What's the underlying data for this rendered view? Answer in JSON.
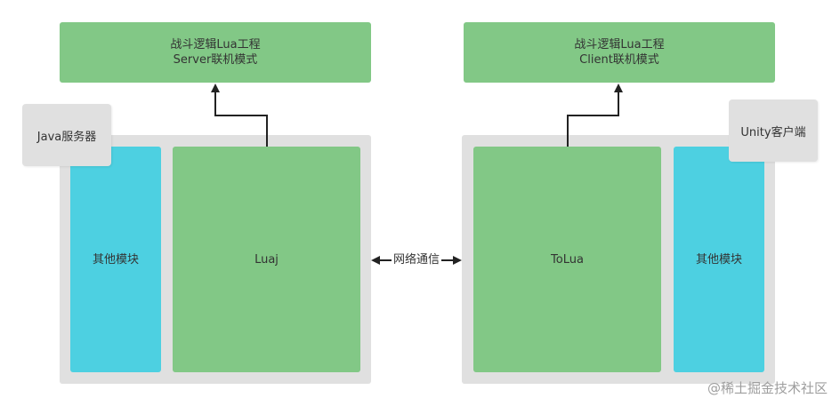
{
  "left": {
    "top_box": {
      "line1": "战斗逻辑Lua工程",
      "line2": "Server联机模式"
    },
    "host_label": "Java服务器",
    "other_module": "其他模块",
    "engine": "Luaj"
  },
  "right": {
    "top_box": {
      "line1": "战斗逻辑Lua工程",
      "line2": "Client联机模式"
    },
    "host_label": "Unity客户端",
    "other_module": "其他模块",
    "engine": "ToLua"
  },
  "connection_label": "网络通信",
  "watermark": "@稀土掘金技术社区",
  "colors": {
    "green": "#82c886",
    "cyan": "#4dd0e1",
    "panel": "#e0e0e0",
    "arrow": "#222222"
  }
}
